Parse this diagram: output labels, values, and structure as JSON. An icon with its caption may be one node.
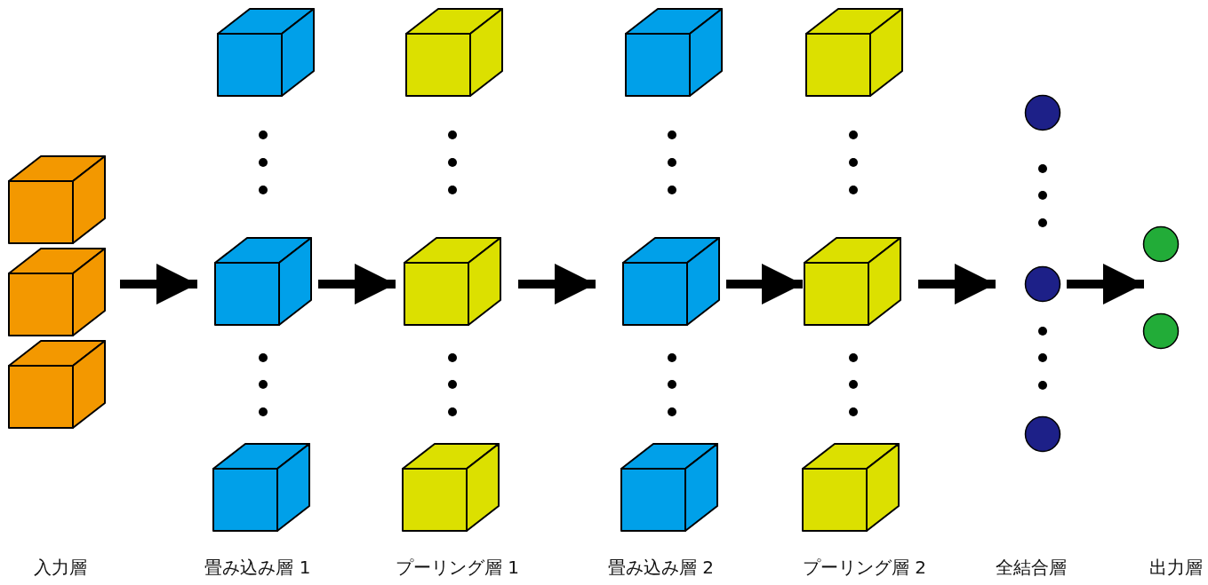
{
  "diagram": {
    "nodes": [
      {
        "text": [
          "入力層"
        ]
      },
      {
        "text": [],
        "shape": "cube",
        "in": 0
      },
      {
        "text": [],
        "shape": "cube",
        "in": 0
      },
      {
        "text": [],
        "shape": "cube",
        "in": 0
      },
      {
        "text": [
          "畳み込み層 1"
        ]
      },
      {
        "text": [],
        "shape": "cube",
        "in": 4
      },
      {
        "text": [],
        "shape": "cube",
        "in": 4
      },
      {
        "text": [],
        "shape": "cube",
        "in": 4
      },
      {
        "text": [
          "プーリング層 1"
        ]
      },
      {
        "text": [],
        "shape": "cube",
        "in": 8
      },
      {
        "text": [],
        "shape": "cube",
        "in": 8
      },
      {
        "text": [],
        "shape": "cube",
        "in": 8
      },
      {
        "text": [
          "畳み込み層 2"
        ]
      },
      {
        "text": [],
        "shape": "cube",
        "in": 12
      },
      {
        "text": [],
        "shape": "cube",
        "in": 12
      },
      {
        "text": [],
        "shape": "cube",
        "in": 12
      },
      {
        "text": [
          "プーリング層 2"
        ]
      },
      {
        "text": [],
        "shape": "cube",
        "in": 16
      },
      {
        "text": [],
        "shape": "cube",
        "in": 16
      },
      {
        "text": [],
        "shape": "cube",
        "in": 16
      },
      {
        "text": [
          "全結合層"
        ]
      },
      {
        "text": [],
        "shape": "circle",
        "in": 20
      },
      {
        "text": [],
        "shape": "circle",
        "in": 20
      },
      {
        "text": [],
        "shape": "circle",
        "in": 20
      },
      {
        "text": [
          "出力層"
        ]
      },
      {
        "text": [],
        "shape": "circle",
        "in": 24
      },
      {
        "text": [],
        "shape": "circle",
        "in": 24
      }
    ],
    "edges": [
      {
        "from": 0,
        "to": 4,
        "arrow": "to"
      },
      {
        "from": 4,
        "to": 8,
        "arrow": "to"
      },
      {
        "from": 8,
        "to": 12,
        "arrow": "to"
      },
      {
        "from": 12,
        "to": 16,
        "arrow": "to"
      },
      {
        "from": 16,
        "to": 20,
        "arrow": "to"
      },
      {
        "from": 20,
        "to": 24,
        "arrow": "to"
      }
    ]
  }
}
